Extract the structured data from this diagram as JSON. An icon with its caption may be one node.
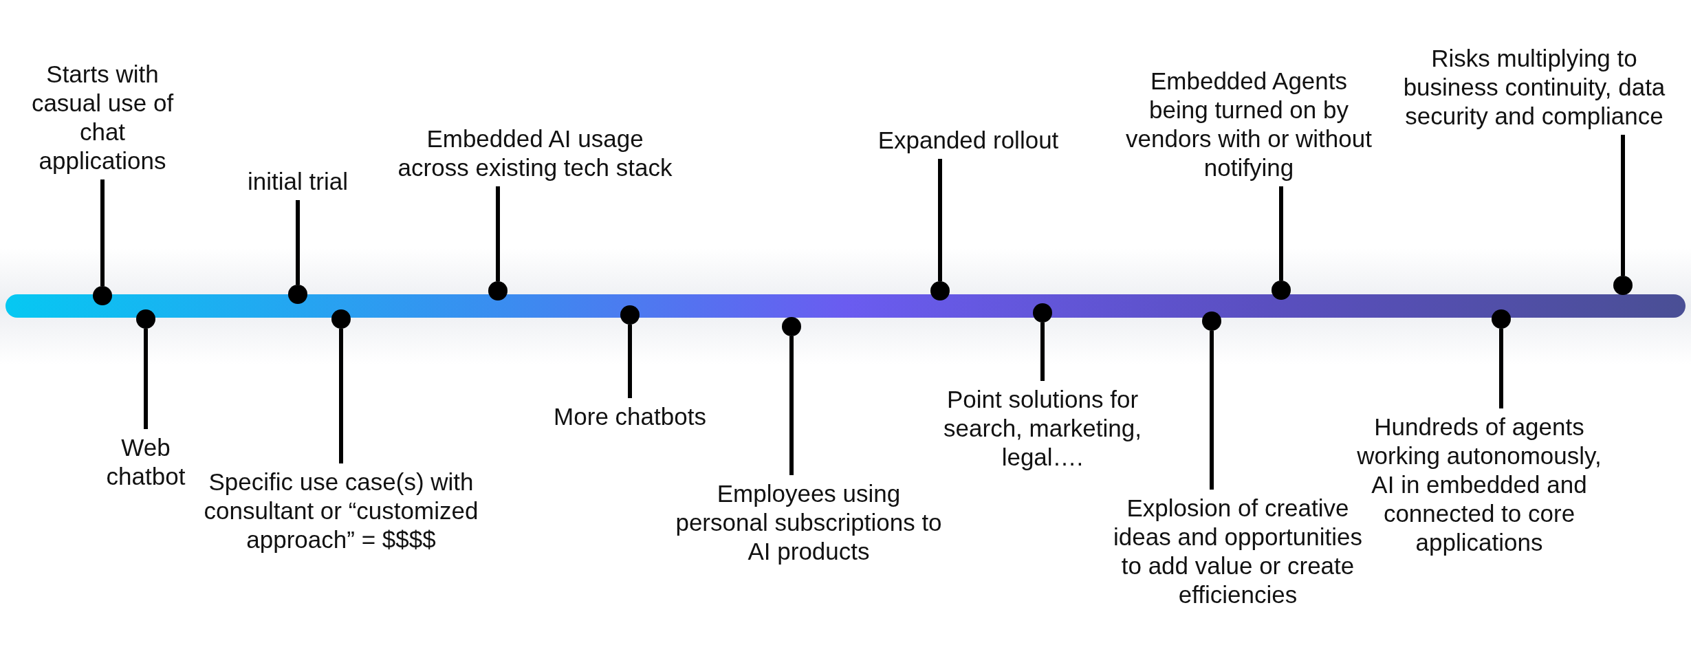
{
  "diagram": {
    "nodes": [
      {
        "text": [
          "Starts with casual use of chat applications"
        ]
      },
      {
        "text": [
          "Web chatbot"
        ]
      },
      {
        "text": [
          "initial trial"
        ]
      },
      {
        "text": [
          "Specific use case(s) with consultant or “customized approach” = $$$$"
        ]
      },
      {
        "text": [
          "Embedded AI usage across existing tech stack"
        ]
      },
      {
        "text": [
          "More chatbots"
        ]
      },
      {
        "text": [
          "Employees using personal subscriptions to AI products"
        ]
      },
      {
        "text": [
          "Expanded rollout"
        ]
      },
      {
        "text": [
          "Point solutions for search, marketing, legal…."
        ]
      },
      {
        "text": [
          "Explosion of creative ideas and opportunities to add value or create efficiencies"
        ]
      },
      {
        "text": [
          "Embedded Agents being turned on by vendors with or without notifying"
        ]
      },
      {
        "text": [
          "Hundreds of agents working autonomously, AI in embedded and connected to core applications"
        ]
      },
      {
        "text": [
          "Risks multiplying to business continuity, data security and compliance"
        ]
      },
      {
        "text": [],
        "shape": "circle"
      },
      {
        "text": [],
        "shape": "circle"
      },
      {
        "text": [],
        "shape": "circle"
      },
      {
        "text": [],
        "shape": "circle"
      },
      {
        "text": [],
        "shape": "circle"
      },
      {
        "text": [],
        "shape": "circle"
      },
      {
        "text": [],
        "shape": "circle"
      },
      {
        "text": [],
        "shape": "circle"
      },
      {
        "text": [],
        "shape": "circle"
      },
      {
        "text": [],
        "shape": "circle"
      },
      {
        "text": [],
        "shape": "circle"
      },
      {
        "text": [],
        "shape": "circle"
      },
      {
        "text": [],
        "shape": "circle"
      },
      {
        "text": [],
        "shape": "bar"
      }
    ],
    "edges": [
      {
        "from": 0,
        "to": 13,
        "arrow": "none"
      },
      {
        "from": 1,
        "to": 14,
        "arrow": "none"
      },
      {
        "from": 2,
        "to": 15,
        "arrow": "none"
      },
      {
        "from": 3,
        "to": 16,
        "arrow": "none"
      },
      {
        "from": 4,
        "to": 17,
        "arrow": "none"
      },
      {
        "from": 5,
        "to": 18,
        "arrow": "none"
      },
      {
        "from": 6,
        "to": 19,
        "arrow": "none"
      },
      {
        "from": 7,
        "to": 20,
        "arrow": "none"
      },
      {
        "from": 8,
        "to": 21,
        "arrow": "none"
      },
      {
        "from": 9,
        "to": 22,
        "arrow": "none"
      },
      {
        "from": 10,
        "to": 23,
        "arrow": "none"
      },
      {
        "from": 11,
        "to": 24,
        "arrow": "none"
      },
      {
        "from": 12,
        "to": 25,
        "arrow": "none"
      }
    ]
  }
}
